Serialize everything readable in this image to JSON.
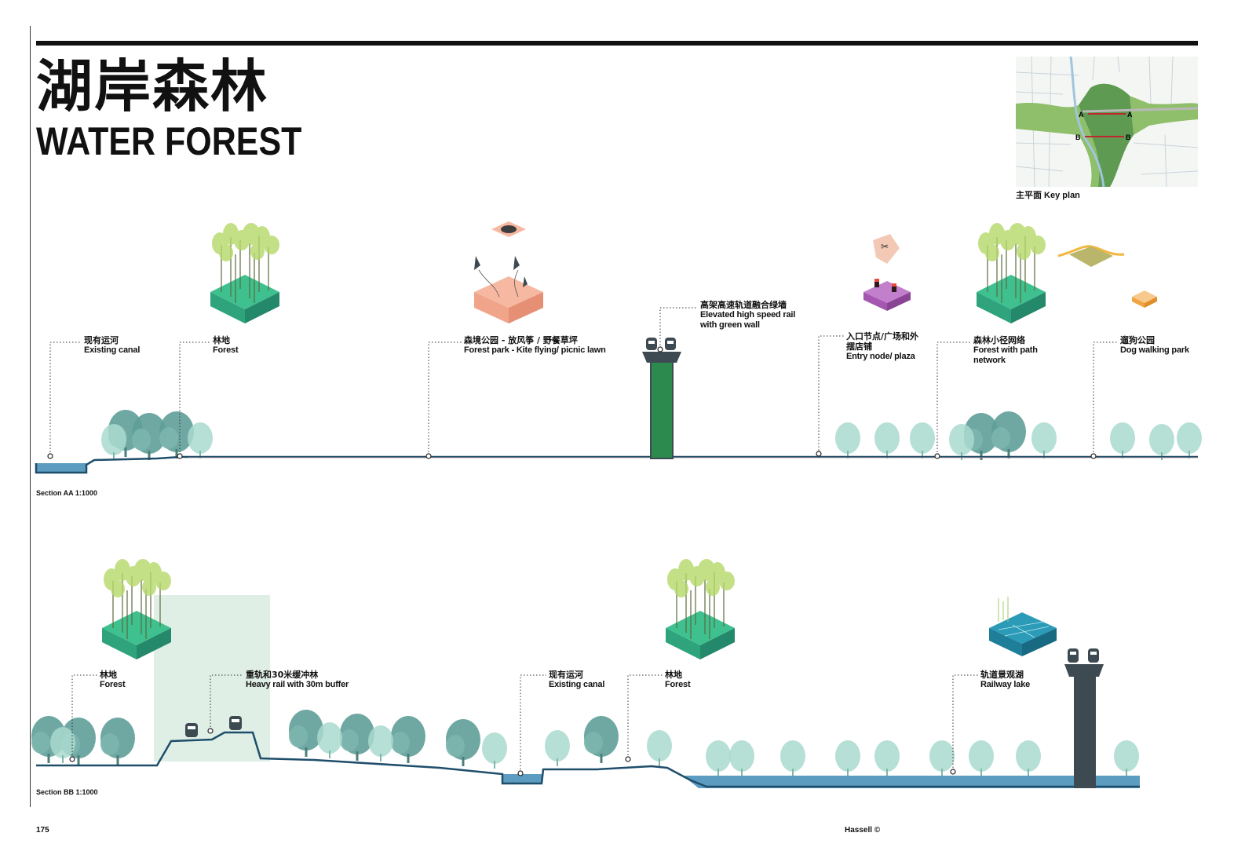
{
  "page": {
    "title_cn": "湖岸森林",
    "title_en": "WATER FOREST",
    "page_number": "175",
    "credit": "Hassell ©"
  },
  "keyplan": {
    "caption": "主平面 Key plan",
    "marker_a": "A",
    "marker_b": "B"
  },
  "section_aa": {
    "caption": "Section AA 1:1000",
    "labels": [
      {
        "cn": "现有运河",
        "en": "Existing canal"
      },
      {
        "cn": "林地",
        "en": "Forest"
      },
      {
        "cn": "森境公园 - 放风筝 / 野餐草坪",
        "en": "Forest park - Kite flying/ picnic lawn"
      },
      {
        "cn": "高架高速轨道融合绿墙",
        "en1": "Elevated high speed rail",
        "en2": "with green wall"
      },
      {
        "cn1": "入口节点/广场和外",
        "cn2": "摆店铺",
        "en": "Entry node/ plaza"
      },
      {
        "cn": "森林小径网络",
        "en1": "Forest with path",
        "en2": "network"
      },
      {
        "cn": "遛狗公园",
        "en": "Dog walking park"
      }
    ]
  },
  "section_bb": {
    "caption": "Section BB 1:1000",
    "labels": [
      {
        "cn": "林地",
        "en": "Forest"
      },
      {
        "cn": "重轨和30米缓冲林",
        "en": "Heavy rail with 30m buffer"
      },
      {
        "cn": "现有运河",
        "en": "Existing canal"
      },
      {
        "cn": "林地",
        "en": "Forest"
      },
      {
        "cn": "轨道景观湖",
        "en": "Railway lake"
      }
    ]
  },
  "colors": {
    "ground_line": "#1f4e6b",
    "water": "#5b9cc0",
    "tree_dark": "#5f9e98",
    "tree_light": "#a9d9cf",
    "forest_block": "#2ea37c",
    "pier": "#3e4a52",
    "green_wall": "#2d8a4e",
    "picnic_block": "#f0a58b",
    "plaza_block": "#a456b0",
    "lake_block": "#1f7f9a",
    "buffer_zone": "#d7ebe0"
  }
}
